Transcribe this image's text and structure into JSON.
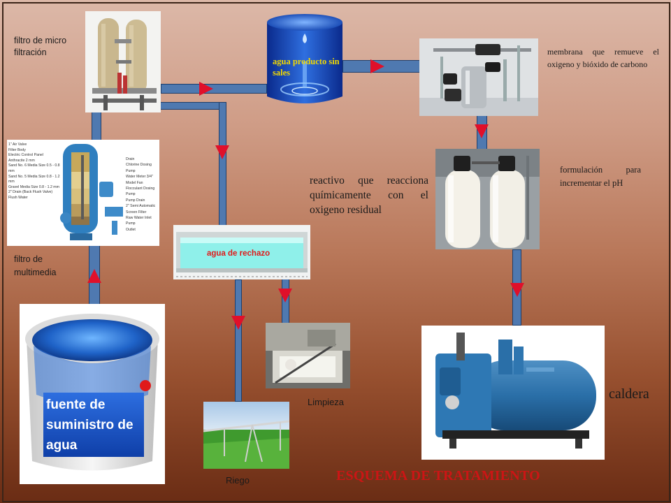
{
  "labels": {
    "micro_filter": "filtro de micro filtración",
    "product_water": "agua producto sin sales",
    "membrane": "membrana que remueve el oxigeno y bióxido de carbono",
    "ph_formulation": "formulación para incrementar el pH",
    "reagent": "reactivo que reacciona químicamente con el oxigeno residual",
    "multimedia_filter": "filtro de multimedia",
    "reject_water": "agua de rechazo",
    "water_source": "fuente de suministro de agua",
    "cleaning": "Limpieza",
    "irrigation": "Riego",
    "boiler": "caldera",
    "title": "ESQUEMA DE TRATAMIENTO"
  },
  "filter_diagram_labels": {
    "left": [
      "1\" Air Valve",
      "Filter Body",
      "Electric Control Panel",
      "Anthracite 2 mm",
      "Sand No. 6 Media Size 0.5 - 0.8 mm",
      "Sand No. 5 Media Size 0.8 - 1.2 mm",
      "Gravel Media Size 0.8 - 1.2 mm",
      "2\" Drain (Back Flush Valve)",
      "Flush Water"
    ],
    "right": [
      "Drain",
      "Chlorine Dosing Pump",
      "Water Meter 3/4\" Model Fan",
      "Flocculant Dosing Pump",
      "Pump Drain",
      "2\" Semi Automatic Screen Filter",
      "Raw Water Inlet Pump",
      "Outlet"
    ]
  },
  "colors": {
    "pipe": "#4f79b0",
    "arrow": "#e0102a",
    "title": "#cc1515",
    "product_water_text": "#f2d800",
    "reject_water_text": "#e01a1a",
    "source_text": "#ffffff"
  }
}
